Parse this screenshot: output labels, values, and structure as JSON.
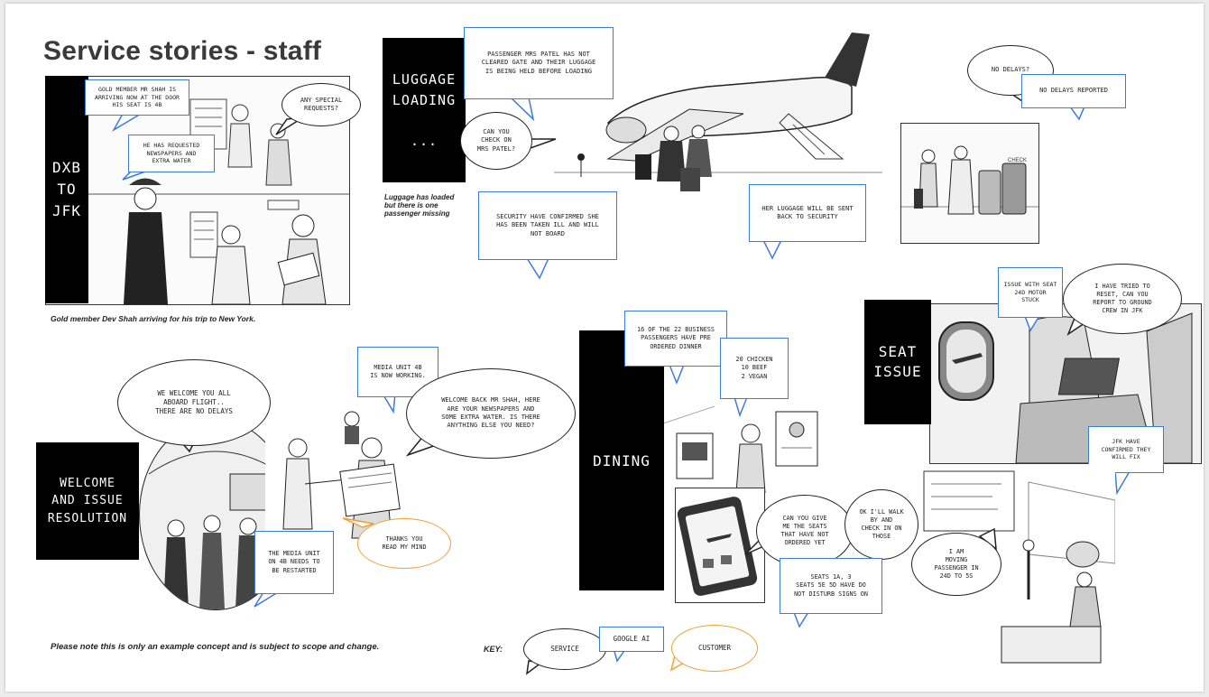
{
  "title": "Service stories - staff",
  "colors": {
    "google_ai_border": "#3b7ce0",
    "customer_border": "#f0a033",
    "service_border": "#222222",
    "label_bg": "#000000"
  },
  "panels": {
    "dxb": {
      "label": "DXB\nTO\nJFK",
      "caption": "Gold member Dev Shah arriving for his trip to New York.",
      "bubbles": {
        "gold_member": "GOLD MEMBER MR SHAH IS\nARRIVING NOW AT THE DOOR\nHIS SEAT IS 4B",
        "special": "ANY SPECIAL\nREQUESTS?",
        "requested": "HE HAS REQUESTED\nNEWSPAPERS AND\nEXTRA WATER"
      }
    },
    "luggage": {
      "label": "LUGGAGE\nLOADING\n\n...",
      "caption": "Luggage has loaded\nbut there is one\npassenger missing",
      "bubbles": {
        "patel": "PASSENGER MRS PATEL HAS NOT\nCLEARED GATE AND THEIR LUGGAGE\nIS BEING HELD BEFORE LOADING",
        "check": "CAN YOU\nCHECK ON\nMRS PATEL?",
        "security": "SECURITY HAVE CONFIRMED SHE\nHAS BEEN TAKEN ILL AND WILL\nNOT BOARD",
        "sent_back": "HER LUGGAGE WILL BE SENT\nBACK TO SECURITY"
      }
    },
    "delays": {
      "bubbles": {
        "no_delays_q": "NO DELAYS?",
        "no_delays_reported": "NO DELAYS REPORTED"
      }
    },
    "seat": {
      "label": "SEAT\nISSUE",
      "bubbles": {
        "issue": "ISSUE WITH SEAT\n24D MOTOR\nSTUCK",
        "tried": "I HAVE TRIED TO\nRESET, CAN YOU\nREPORT TO GROUND\nCREW IN JFK",
        "jfk": "JFK HAVE\nCONFIRMED THEY\nWILL FIX"
      }
    },
    "welcome": {
      "label": "WELCOME\nAND ISSUE\nRESOLUTION",
      "bubbles": {
        "welcome_all": "WE WELCOME YOU ALL\nABOARD FLIGHT..\nTHERE ARE NO DELAYS",
        "media_working": "MEDIA UNIT 4B\nIS NOW WORKING.",
        "welcome_back": "WELCOME BACK MR SHAH, HERE\nARE YOUR NEWSPAPERS AND\nSOME EXTRA WATER. IS THERE\nANYTHING ELSE YOU NEED?",
        "thanks": "THANKS YOU\nREAD MY MIND",
        "media_restart": "THE MEDIA UNIT\nON 4B NEEDS TO\nBE RESTARTED"
      }
    },
    "dining": {
      "label": "DINING",
      "bubbles": {
        "pre_ordered": "16 OF THE 22 BUSINESS\nPASSENGERS HAVE PRE\nORDERED DINNER",
        "chicken": "20 CHICKEN\n10 BEEF\n2 VEGAN",
        "can_you_give": "CAN YOU GIVE\nME THE SEATS\nTHAT HAVE NOT\nORDERED YET",
        "walk_by": "OK I'LL WALK\nBY AND\nCHECK IN ON\nTHOSE",
        "seats_1a": "SEATS 1A, 3\nSEATS 5E 5D HAVE DO\nNOT DISTURB SIGNS ON",
        "moving": "I AM\nMOVING\nPASSENGER IN\n24D TO 5S"
      }
    }
  },
  "footer": {
    "note": "Please note this is only an example concept and is subject to scope and change.",
    "key_label": "KEY:",
    "key_service": "SERVICE",
    "key_google_ai": "GOOGLE AI",
    "key_customer": "CUSTOMER"
  }
}
